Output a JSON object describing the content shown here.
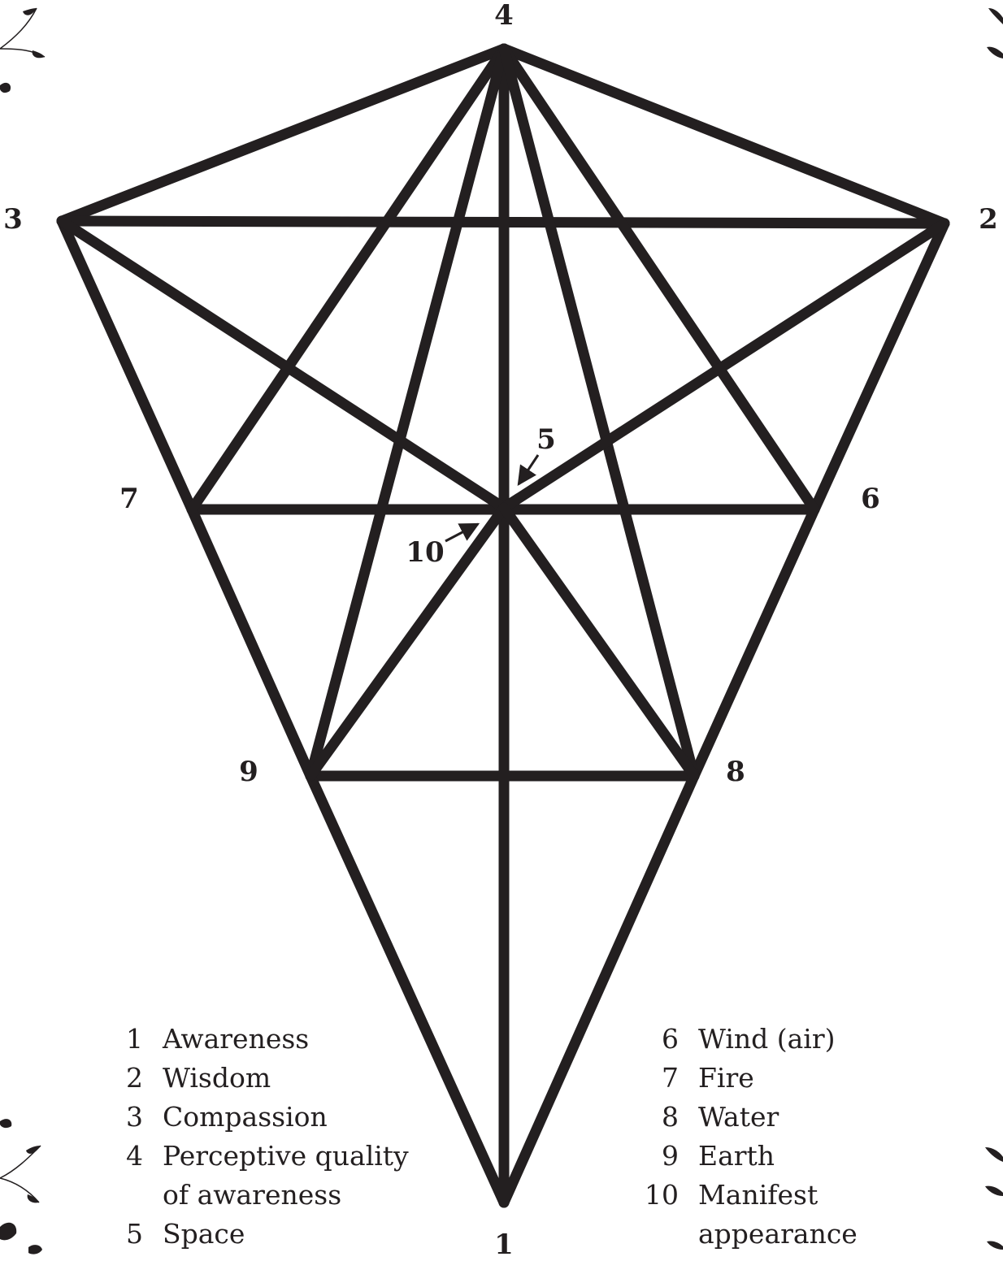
{
  "diagram": {
    "nodes": [
      {
        "id": "1",
        "label": "1"
      },
      {
        "id": "2",
        "label": "2"
      },
      {
        "id": "3",
        "label": "3"
      },
      {
        "id": "4",
        "label": "4"
      },
      {
        "id": "5",
        "label": "5"
      },
      {
        "id": "6",
        "label": "6"
      },
      {
        "id": "7",
        "label": "7"
      },
      {
        "id": "8",
        "label": "8"
      },
      {
        "id": "9",
        "label": "9"
      },
      {
        "id": "10",
        "label": "10"
      }
    ],
    "edges": [
      [
        "4",
        "3"
      ],
      [
        "4",
        "2"
      ],
      [
        "3",
        "2"
      ],
      [
        "3",
        "7"
      ],
      [
        "2",
        "6"
      ],
      [
        "7",
        "6"
      ],
      [
        "9",
        "8"
      ],
      [
        "7",
        "9"
      ],
      [
        "6",
        "8"
      ],
      [
        "9",
        "1"
      ],
      [
        "8",
        "1"
      ],
      [
        "4",
        "1"
      ],
      [
        "4",
        "7"
      ],
      [
        "4",
        "6"
      ],
      [
        "4",
        "9"
      ],
      [
        "4",
        "8"
      ],
      [
        "3",
        "5"
      ],
      [
        "2",
        "5"
      ],
      [
        "5",
        "9"
      ],
      [
        "5",
        "8"
      ]
    ],
    "line_color": "#231f20"
  },
  "legend": {
    "left": [
      {
        "num": "1",
        "text": "Awareness"
      },
      {
        "num": "2",
        "text": "Wisdom"
      },
      {
        "num": "3",
        "text": "Compassion"
      },
      {
        "num": "4",
        "text": "Perceptive quality\nof awareness"
      },
      {
        "num": "5",
        "text": "Space"
      }
    ],
    "right": [
      {
        "num": "6",
        "text": "Wind (air)"
      },
      {
        "num": "7",
        "text": "Fire"
      },
      {
        "num": "8",
        "text": "Water"
      },
      {
        "num": "9",
        "text": "Earth"
      },
      {
        "num": "10",
        "text": "Manifest\nappearance"
      }
    ]
  },
  "ornaments": [
    "leaf-sprig-icon",
    "leaf-sprig-icon",
    "leaf-sprig-icon",
    "leaf-sprig-icon"
  ]
}
